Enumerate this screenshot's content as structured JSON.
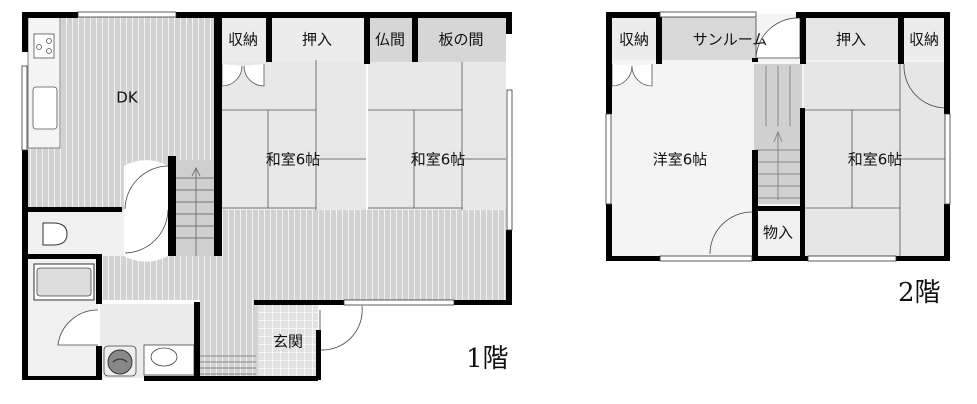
{
  "plan": {
    "floor1": {
      "label": "1階",
      "rooms": {
        "dk": "DK",
        "closet1": "収納",
        "oshiire1": "押入",
        "butsuma": "仏間",
        "itanoma": "板の間",
        "washitsu_a": "和室6帖",
        "washitsu_b": "和室6帖",
        "genkan": "玄関"
      }
    },
    "floor2": {
      "label": "2階",
      "rooms": {
        "closet_left": "収納",
        "sunroom": "サンルーム",
        "oshiire": "押入",
        "closet_right": "収納",
        "youshitsu": "洋室6帖",
        "washitsu": "和室6帖",
        "monoire": "物入"
      }
    }
  },
  "colors": {
    "wall": "#000000",
    "floor_wood": "#d4d4d4",
    "floor_tatami": "#e6e6e6",
    "floor_light": "#f0f0f0",
    "stair": "#cfcfcf"
  }
}
